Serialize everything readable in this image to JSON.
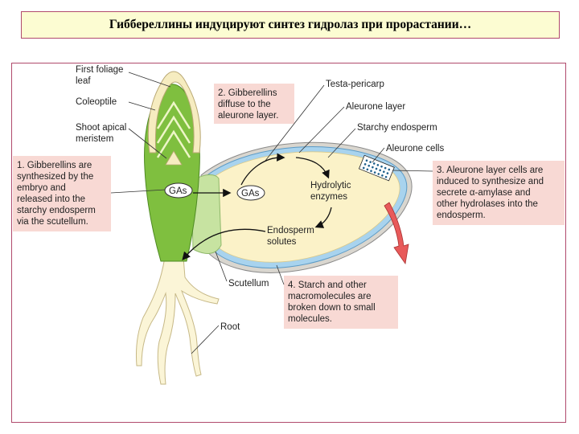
{
  "title": "Гиббереллины индуцируют синтез гидролаз при прорастании…",
  "labels": {
    "first_foliage_1": "First foliage",
    "first_foliage_2": "leaf",
    "coleoptile": "Coleoptile",
    "shoot_apical_1": "Shoot apical",
    "shoot_apical_2": "meristem",
    "testa": "Testa-pericarp",
    "aleurone_layer": "Aleurone layer",
    "starchy_endosperm": "Starchy endosperm",
    "aleurone_cells": "Aleurone cells",
    "gas_1": "GAs",
    "gas_2": "GAs",
    "hydrolytic_1": "Hydrolytic",
    "hydrolytic_2": "enzymes",
    "endosperm_solutes_1": "Endosperm",
    "endosperm_solutes_2": "solutes",
    "scutellum": "Scutellum",
    "root": "Root"
  },
  "steps": {
    "step1": [
      "1. Gibberellins are",
      "synthesized by the",
      "embryo and",
      "released into the",
      "starchy endosperm",
      "via the scutellum."
    ],
    "step2": [
      "2. Gibberellins",
      "diffuse to the",
      "aleurone layer."
    ],
    "step3": [
      "3. Aleurone layer cells are",
      "induced to synthesize and",
      "secrete α-amylase and",
      "other hydrolases into the",
      "endosperm."
    ],
    "step4": [
      "4. Starch and other",
      "macromolecules are",
      "broken down to small",
      "molecules."
    ]
  }
}
